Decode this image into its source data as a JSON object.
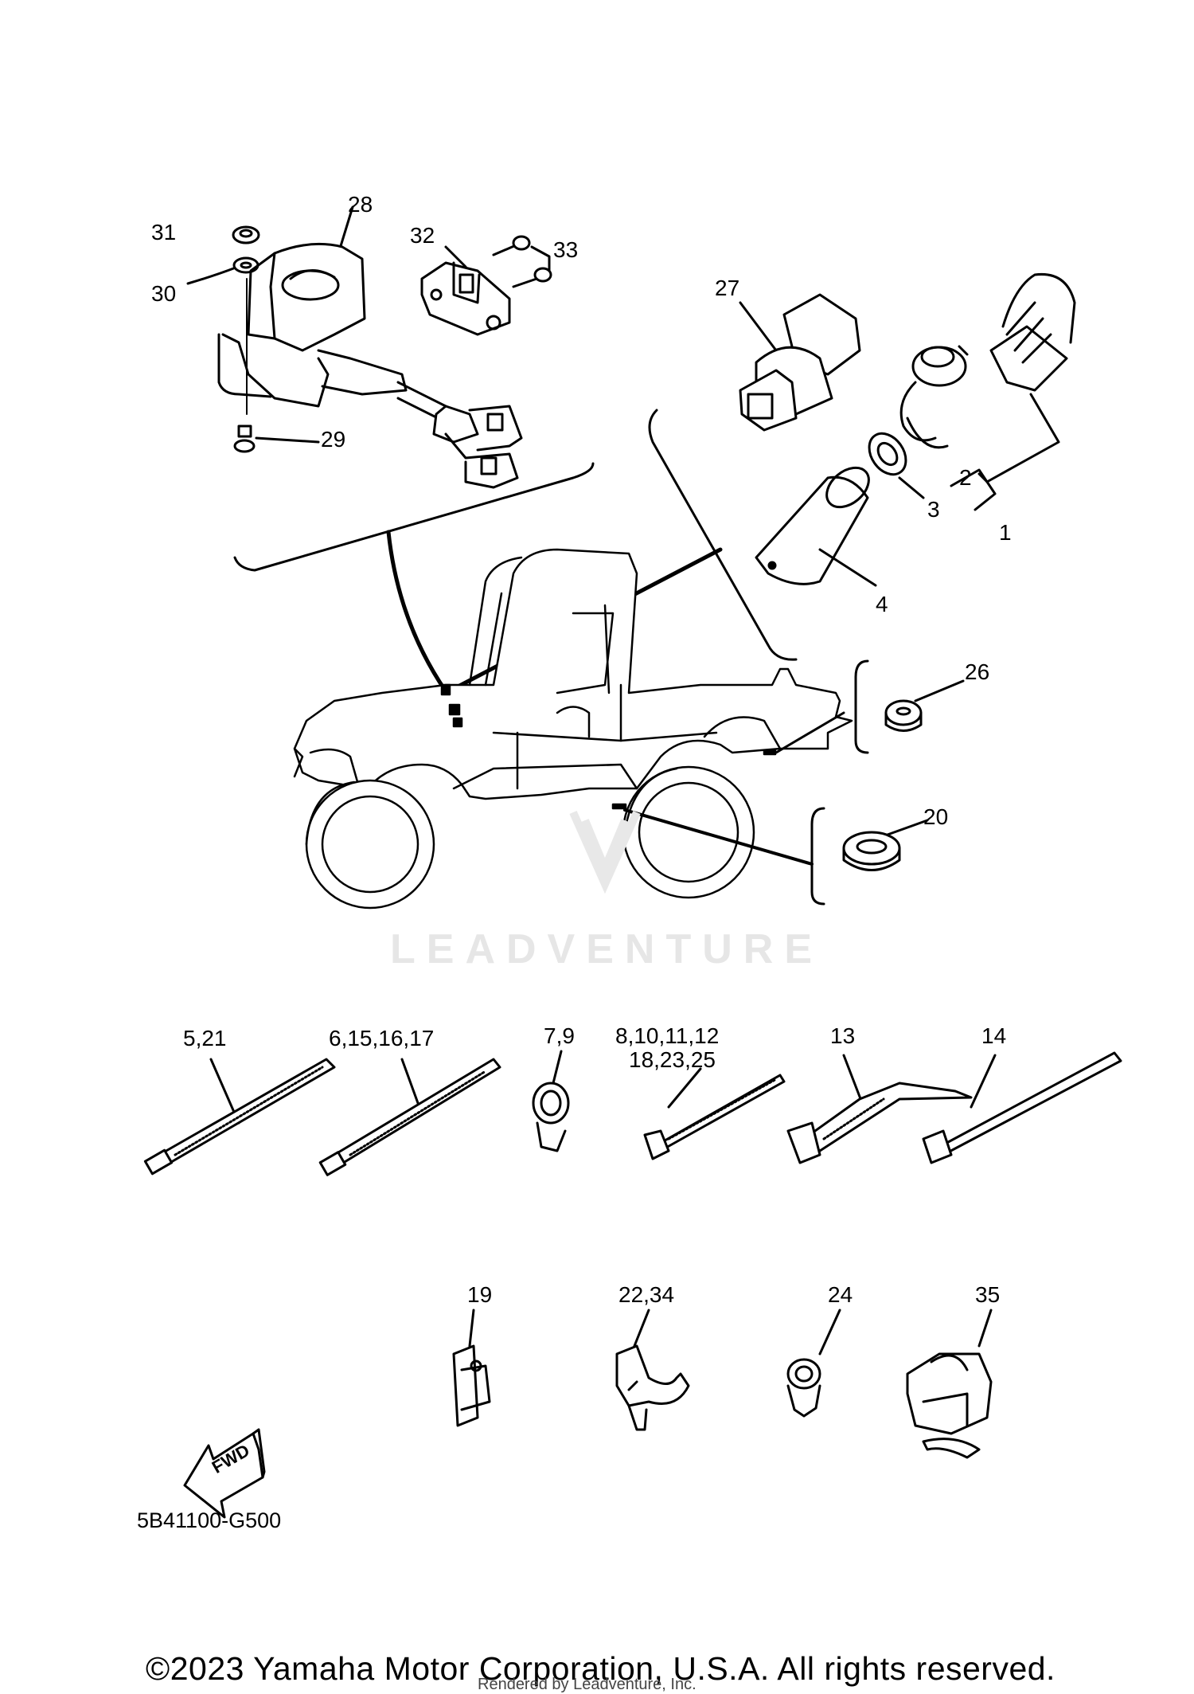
{
  "diagram": {
    "callouts": {
      "c31": "31",
      "c30": "30",
      "c28": "28",
      "c29": "29",
      "c32": "32",
      "c33": "33",
      "c27": "27",
      "c2": "2",
      "c3": "3",
      "c1": "1",
      "c4": "4",
      "c26": "26",
      "c20": "20",
      "c5_21": "5,21",
      "c6_15_16_17": "6,15,16,17",
      "c7_9": "7,9",
      "c8_10_11_12": "8,10,11,12",
      "c18_23_25": "18,23,25",
      "c13": "13",
      "c14": "14",
      "c19": "19",
      "c22_34": "22,34",
      "c24": "24",
      "c35": "35"
    },
    "watermark": "LEADVENTURE",
    "fwd_arrow_text": "FWD",
    "diagram_code": "5B41100-G500",
    "copyright": "©2023 Yamaha Motor Corporation, U.S.A. All rights reserved.",
    "rendered_by": "Rendered by Leadventure, Inc."
  }
}
